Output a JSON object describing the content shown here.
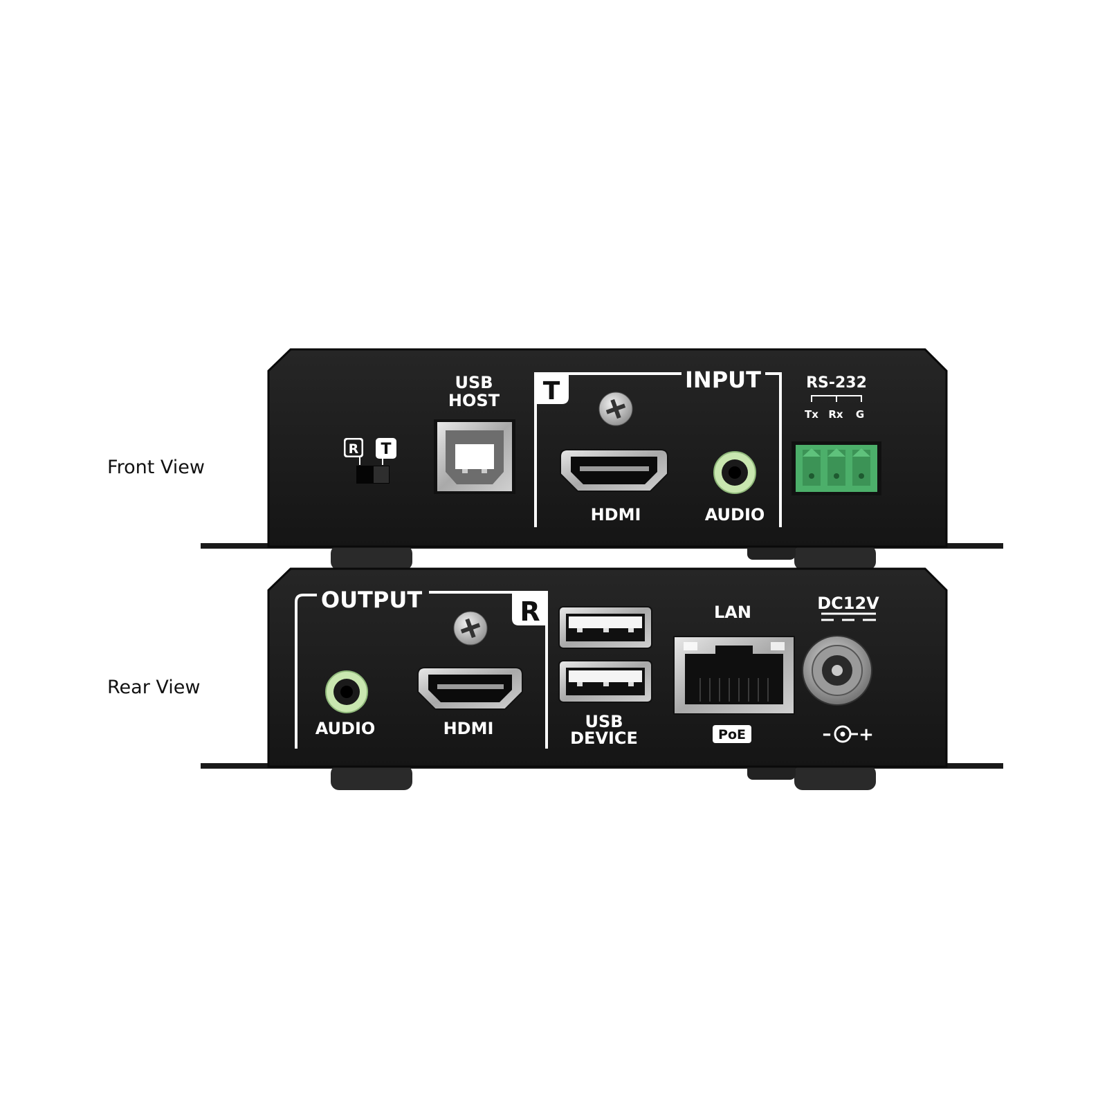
{
  "views": {
    "front_label": "Front View",
    "rear_label": "Rear View"
  },
  "front": {
    "switch_r": "R",
    "switch_t": "T",
    "usb_host_line1": "USB",
    "usb_host_line2": "HOST",
    "section_badge": "T",
    "section_title": "INPUT",
    "hdmi_label": "HDMI",
    "audio_label": "AUDIO",
    "rs232_label": "RS-232",
    "rs232_tx": "Tx",
    "rs232_rx": "Rx",
    "rs232_g": "G"
  },
  "rear": {
    "section_title": "OUTPUT",
    "section_badge": "R",
    "audio_label": "AUDIO",
    "hdmi_label": "HDMI",
    "usb_device_line1": "USB",
    "usb_device_line2": "DEVICE",
    "lan_label": "LAN",
    "poe_label": "PoE",
    "dc_label": "DC12V",
    "polarity_minus": "–",
    "polarity_plus": "+"
  },
  "colors": {
    "chassis": "#1b1b1b",
    "chassis_edge": "#0a0a0a",
    "audio_jack_ring": "#c9e7b0",
    "terminal_block": "#4caf6a",
    "label_white": "#ffffff"
  }
}
